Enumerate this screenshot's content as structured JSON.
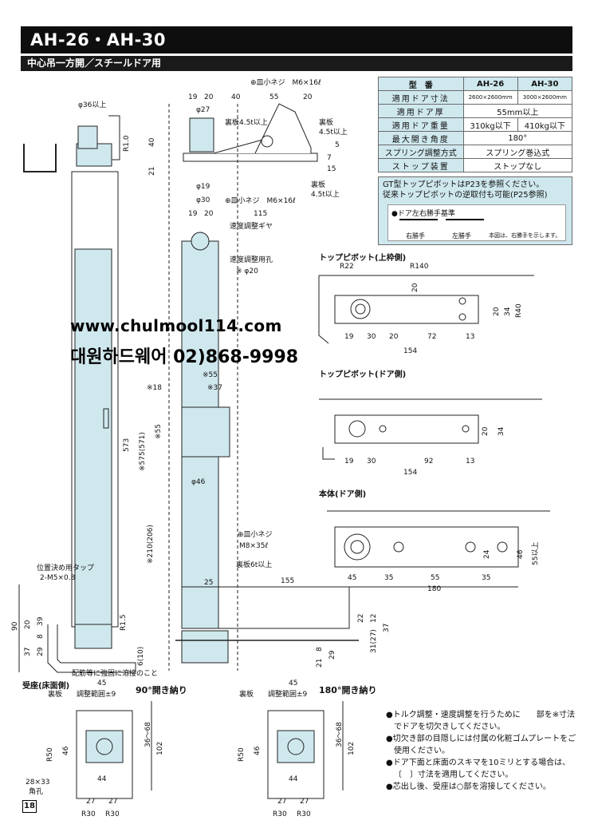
{
  "header": {
    "title": "AH-26・AH-30",
    "subtitle": "中心吊一方開／スチールドア用"
  },
  "spec_table": {
    "headers": [
      "型　番",
      "AH-26",
      "AH-30"
    ],
    "rows": [
      {
        "label": "適用ドア寸法",
        "ah26": "2600×2600mm",
        "ah30": "3000×2600mm"
      },
      {
        "label": "適用ドア厚",
        "both": "55mm以上"
      },
      {
        "label": "適用ドア重量",
        "ah26": "310kg以下",
        "ah30": "410kg以下"
      },
      {
        "label": "最大開き角度",
        "both": "180°"
      },
      {
        "label": "スプリング調整方式",
        "both": "スプリング巻込式"
      },
      {
        "label": "ストップ装置",
        "both": "ストップなし"
      }
    ]
  },
  "notes": {
    "line1": "GT型トップピボットはP23を参照ください。",
    "line2": "従来トップピボットの逆取付も可能(P25参照)",
    "hand_title": "●ドア左右勝手基準",
    "hand_right": "右勝手",
    "hand_left": "左勝手",
    "hand_note": "本図は、右勝手を示します。"
  },
  "overlay": {
    "url": "www.chulmool114.com",
    "company": "대원하드웨어 02)868-9998"
  },
  "section_titles": {
    "top_pivot_frame": "トップピボット(上枠側)",
    "top_pivot_door": "トップピボット(ドア側)",
    "body_door": "本体(ドア側)",
    "floor_plate": "受座(床面側)",
    "open90": "90°開き納り",
    "open180": "180°開き納り"
  },
  "labels": {
    "phi36": "φ36以上",
    "r10": "R1.0",
    "phi27": "φ27",
    "phi19": "φ19",
    "phi30": "φ30",
    "screw_m6_top": "⊕皿小ネジ　M6×16ℓ",
    "screw_m6_bottom": "⊕皿小ネジ　M6×16ℓ",
    "back45_left": "裏板4.5t以上",
    "back45_right_a": "裏板",
    "back45_right_b": "4.5t以上",
    "back45_lower_a": "裏板",
    "back45_lower_b": "4.5t以上",
    "speed_gear": "速度調整ギヤ",
    "speed_hole": "速度調整用孔",
    "speed_hole_phi": "※ φ20",
    "phi46": "φ46",
    "screw_m8_a": "⊕皿小ネジ",
    "screw_m8_b": "M8×35ℓ",
    "back6": "裏板6t以上",
    "tap_a": "位置決め用タップ",
    "tap_b": "2-M5×0.8",
    "rebar": "配筋等に強固に溶接のこと",
    "r15": "R1.5",
    "backplate": "裏板",
    "adjust_range": "調整範囲±9",
    "hole": "28×33",
    "hole_b": "角孔",
    "page": "18"
  },
  "dims": {
    "top_h": [
      "19",
      "20",
      "40",
      "55",
      "20"
    ],
    "bottom_h": [
      "19",
      "20",
      "115"
    ],
    "v_side": [
      "40",
      "21",
      "5",
      "7",
      "15"
    ],
    "door_sides": [
      "※55",
      "※37",
      "※18",
      "573",
      "※575(571)",
      "※55",
      "※210(206)"
    ],
    "base_h": [
      "25",
      "155"
    ],
    "base_v": [
      "22",
      "12",
      "31(27)",
      "37",
      "8",
      "21",
      "29",
      "6(10)"
    ],
    "left_v": [
      "90",
      "20",
      "37",
      "29",
      "8",
      "39"
    ],
    "tpf": [
      "R22",
      "R140",
      "20",
      "20",
      "34",
      "R40",
      "19",
      "30",
      "20",
      "72",
      "13",
      "154"
    ],
    "tpd": [
      "20",
      "34",
      "19",
      "30",
      "92",
      "13",
      "154"
    ],
    "body": [
      "24",
      "46",
      "55以上",
      "45",
      "35",
      "55",
      "35",
      "180"
    ],
    "floor": [
      "45",
      "R50",
      "46",
      "36〜68",
      "102",
      "44",
      "27",
      "27",
      "R30",
      "R30"
    ]
  },
  "bullets": [
    "●トルク調整・速度調整を行うために　　部を※寸法でドアを切欠きしてください。",
    "●切欠き部の目隠しには付属の化粧ゴムプレートをご使用ください。",
    "●ドア下面と床面のスキマを10ミリとする場合は、〔　〕寸法を適用してください。",
    "●芯出し後、受座は○部を溶接してください。"
  ]
}
